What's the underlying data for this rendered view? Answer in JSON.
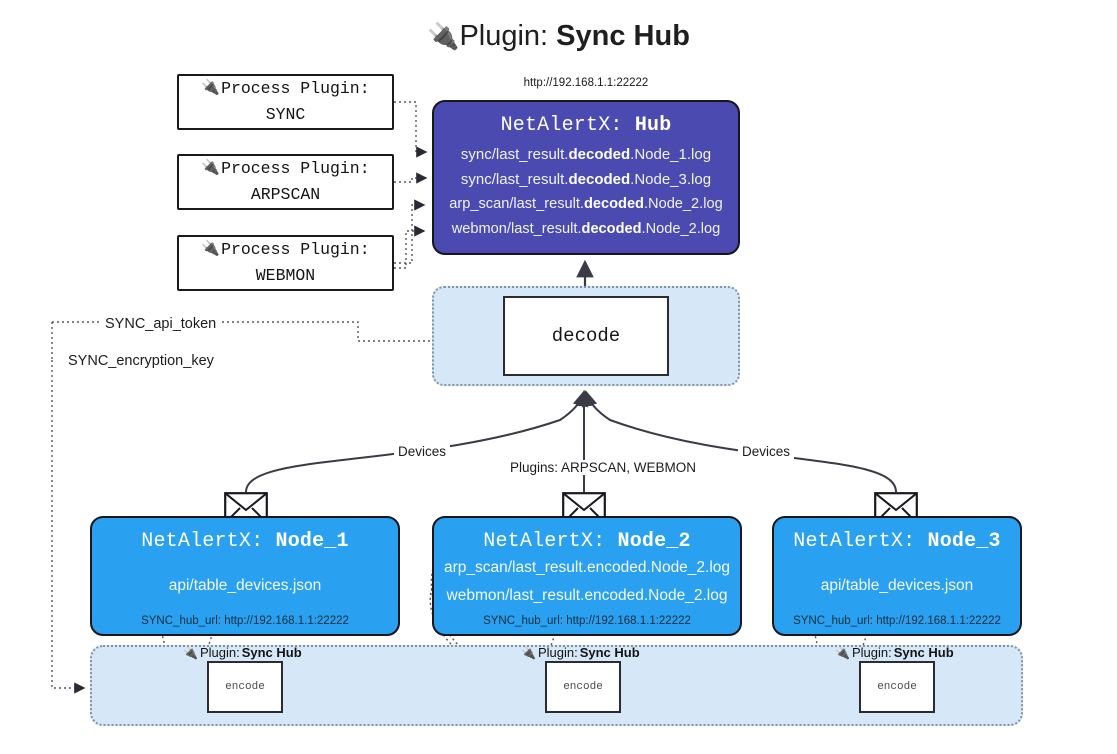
{
  "title": {
    "icon": "plug-icon",
    "prefix": "Plugin: ",
    "name": "Sync Hub"
  },
  "hub": {
    "url": "http://192.168.1.1:22222",
    "title_prefix": "NetAlertX: ",
    "title_name": "Hub",
    "log_lines": [
      {
        "pre": "sync/last_result.",
        "bold": "decoded",
        "post": ".Node_1.log"
      },
      {
        "pre": "sync/last_result.",
        "bold": "decoded",
        "post": ".Node_3.log"
      },
      {
        "pre": "arp_scan/last_result.",
        "bold": "decoded",
        "post": ".Node_2.log"
      },
      {
        "pre": "webmon/last_result.",
        "bold": "decoded",
        "post": ".Node_2.log"
      }
    ]
  },
  "process_plugins": [
    {
      "caption": "Process Plugin:",
      "name": "SYNC",
      "icon": "plug-icon"
    },
    {
      "caption": "Process Plugin:",
      "name": "ARPSCAN",
      "icon": "plug-icon"
    },
    {
      "caption": "Process Plugin:",
      "name": "WEBMON",
      "icon": "plug-icon"
    }
  ],
  "decode": {
    "label": "decode"
  },
  "keys": {
    "api_token": "SYNC_api_token",
    "encryption_key": "SYNC_encryption_key"
  },
  "edge_labels": {
    "devices_left": "Devices",
    "devices_right": "Devices",
    "plugins_mid": "Plugins: ARPSCAN, WEBMON"
  },
  "nodes": [
    {
      "title_prefix": "NetAlertX: ",
      "title_name": "Node_1",
      "lines": [
        "api/table_devices.json"
      ],
      "footer": "SYNC_hub_url: http://192.168.1.1:22222",
      "envelope": "envelope-icon"
    },
    {
      "title_prefix": "NetAlertX: ",
      "title_name": "Node_2",
      "lines": [
        "arp_scan/last_result.encoded.Node_2.log",
        "webmon/last_result.encoded.Node_2.log"
      ],
      "footer": "SYNC_hub_url: http://192.168.1.1:22222",
      "envelope": "envelope-icon"
    },
    {
      "title_prefix": "NetAlertX: ",
      "title_name": "Node_3",
      "lines": [
        "api/table_devices.json"
      ],
      "footer": "SYNC_hub_url: http://192.168.1.1:22222",
      "envelope": "envelope-icon"
    }
  ],
  "encoders": [
    {
      "caption_prefix": "Plugin: ",
      "caption_name": "Sync Hub",
      "label": "encode",
      "icon": "plug-icon"
    },
    {
      "caption_prefix": "Plugin: ",
      "caption_name": "Sync Hub",
      "label": "encode",
      "icon": "plug-icon"
    },
    {
      "caption_prefix": "Plugin: ",
      "caption_name": "Sync Hub",
      "label": "encode",
      "icon": "plug-icon"
    }
  ],
  "colors": {
    "hub_fill": "#4a4ab0",
    "node_fill": "#29a0f0",
    "band_fill": "#d6e8f7",
    "band_stroke": "#7f93a6",
    "outline": "#16161c",
    "background": "#ffffff"
  }
}
